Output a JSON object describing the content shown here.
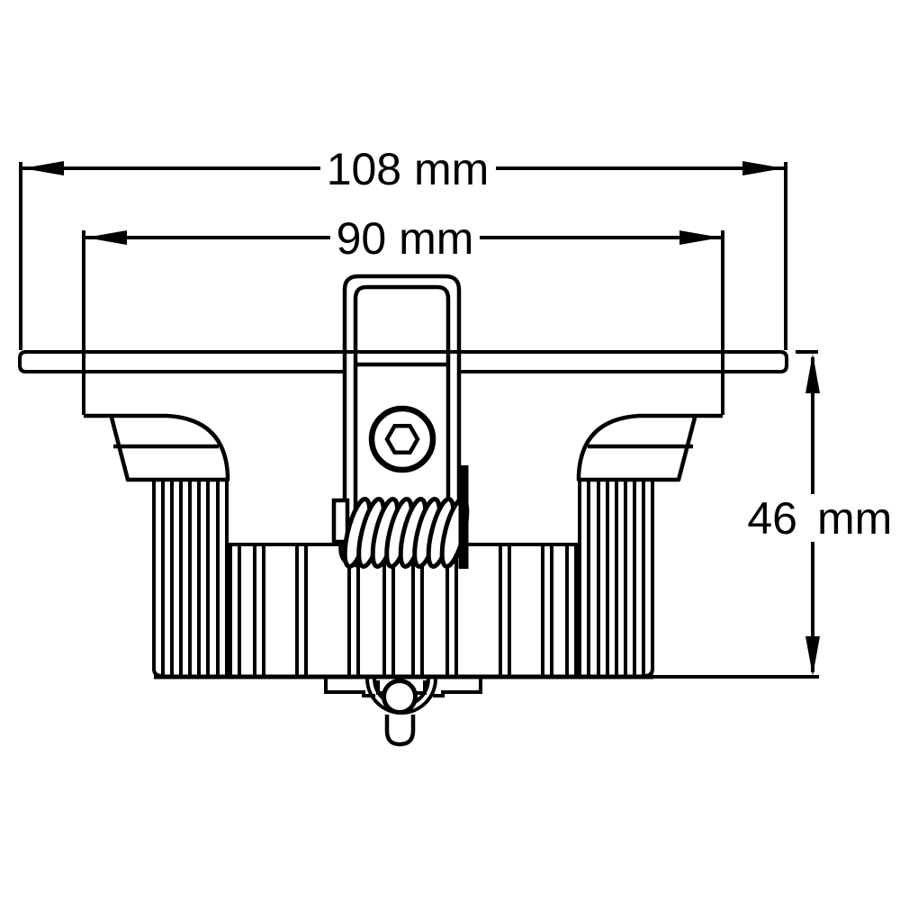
{
  "drawing": {
    "background_color": "#ffffff",
    "line_color": "#000000",
    "dimensions": {
      "overall_width_label": "108 mm",
      "cutout_width_label": "90 mm",
      "height_value": "46",
      "height_unit": "mm"
    }
  }
}
